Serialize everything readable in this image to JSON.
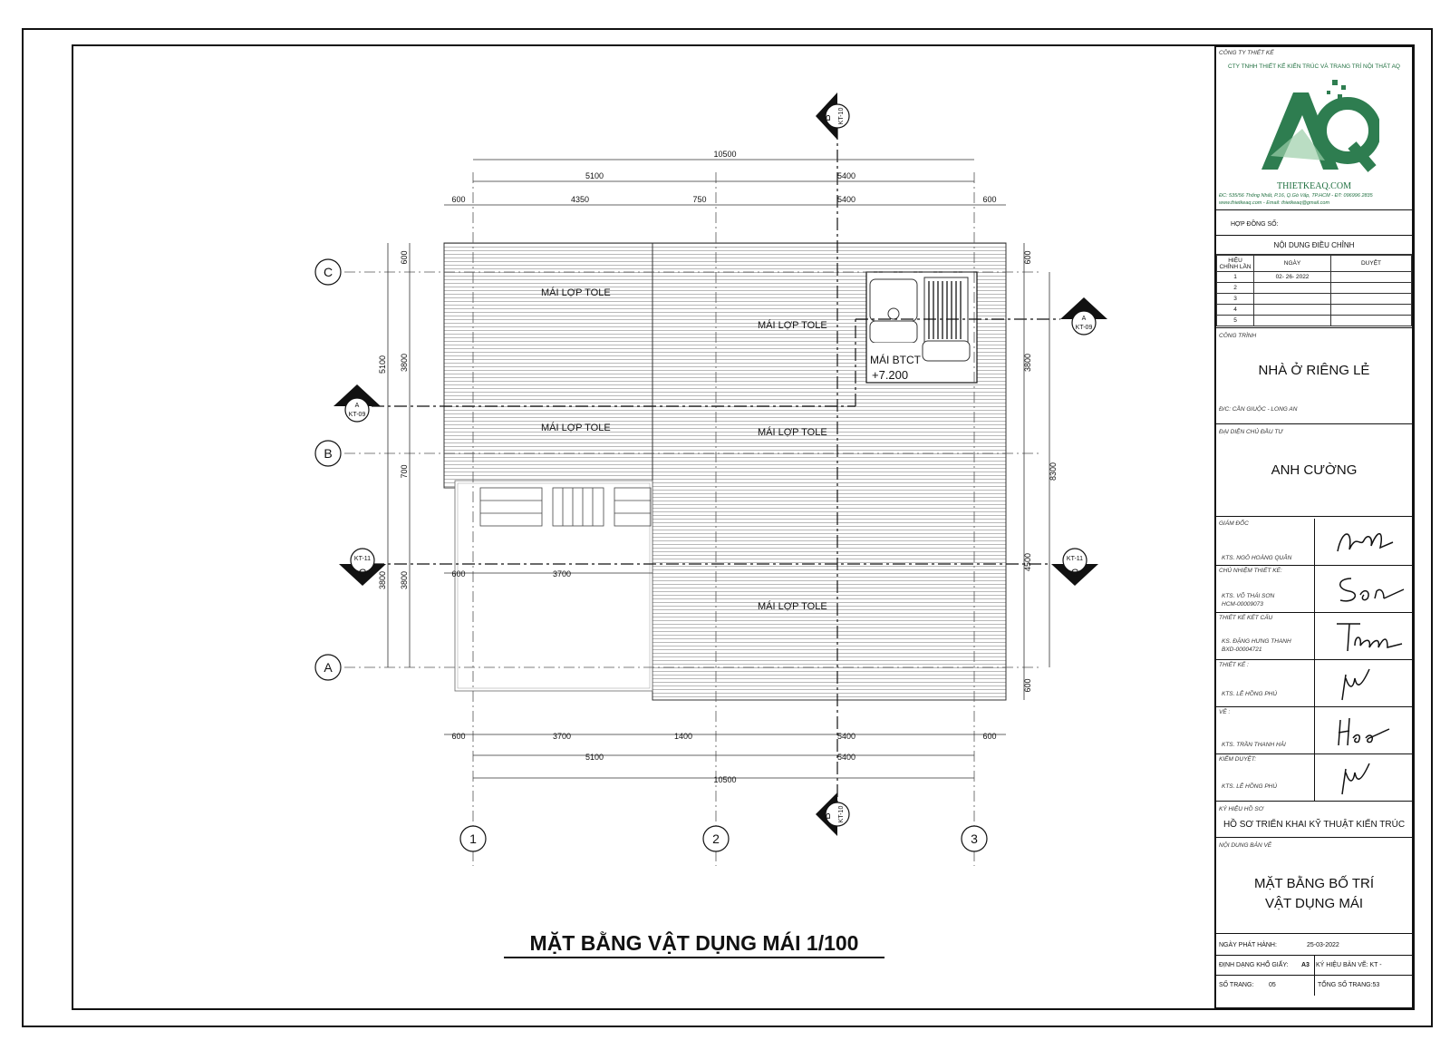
{
  "drawing": {
    "title": "MẶT BẰNG VẬT DỤNG MÁI  1/100",
    "dims_top_total": "10500",
    "dims_top_mid": [
      "5100",
      "5400"
    ],
    "dims_top_parts": [
      "600",
      "4350",
      "750",
      "5400",
      "600"
    ],
    "dims_bottom_parts": [
      "600",
      "3700",
      "1400",
      "5400",
      "600"
    ],
    "dims_bottom_mid": [
      "5100",
      "5400"
    ],
    "dims_bottom_total": "10500",
    "dims_left_outer": [
      "5100",
      "3800"
    ],
    "dims_left_inner": [
      "600",
      "3800",
      "700",
      "3800"
    ],
    "dims_right_inner": [
      "600",
      "3800",
      "4500",
      "600"
    ],
    "dims_right_outer": "8300",
    "dim_inner_row": [
      "600",
      "3700"
    ],
    "grid_rows": [
      "C",
      "B",
      "A"
    ],
    "grid_cols": [
      "1",
      "2",
      "3"
    ],
    "roof_labels": [
      "MÁI LỢP TOLE",
      "MÁI LỢP TOLE",
      "MÁI LỢP TOLE",
      "MÁI LỢP TOLE",
      "MÁI LỢP TOLE"
    ],
    "btct_label": "MÁI BTCT",
    "btct_level": "+7.200",
    "section_b_letter": "B",
    "section_b_sheet": "KT-10",
    "section_a_letter": "A",
    "section_a_sheet": "KT-09",
    "section_c_letter": "C",
    "section_c_sheet": "KT-11"
  },
  "titleblock": {
    "company_label": "CÔNG TY THIẾT KẾ",
    "company_name": "CTY TNHH THIẾT KẾ KIẾN TRÚC VÀ TRANG TRÍ NỘI THẤT AQ",
    "website": "THIETKEAQ.COM",
    "address": "ĐC: 535/56 Thống Nhất, P.16, Q.Gò Vấp, TP.HCM - ĐT: 096996 2835",
    "web_email": "www.thietkeaq.com - Email: thietkeaq@gmail.com",
    "contract_label": "HỢP ĐỒNG SỐ:",
    "revision_title": "NỘI DUNG ĐIỀU CHỈNH",
    "rev_col1": "HIỆU CHỈNH LẦN",
    "rev_col2": "NGÀY",
    "rev_col3": "DUYỆT",
    "rev_rows": [
      "1",
      "2",
      "3",
      "4",
      "5"
    ],
    "rev_date1": "02- 26- 2022",
    "project_label": "CÔNG TRÌNH",
    "project_name": "NHÀ Ở RIÊNG LẺ",
    "project_address": "Đ/C: CẦN GIUỘC - LONG AN",
    "owner_label": "ĐẠI DIỆN CHỦ ĐẦU TƯ",
    "owner_name": "ANH CƯỜNG",
    "signers": [
      {
        "role": "GIÁM ĐỐC",
        "name": "KTS. NGÔ HOÀNG QUÂN",
        "extra": ""
      },
      {
        "role": "CHỦ NHIỆM THIẾT KẾ:",
        "name": "KTS. VÕ THÁI SƠN",
        "extra": "HCM-00009073"
      },
      {
        "role": "THIẾT KẾ KẾT CẤU",
        "name": "KS. ĐẶNG HƯNG THANH",
        "extra": "BXD-00004721"
      },
      {
        "role": "THIẾT KẾ :",
        "name": "KTS. LÊ HỒNG PHÚ",
        "extra": ""
      },
      {
        "role": "VẼ :",
        "name": "KTS. TRẦN THANH HẢI",
        "extra": ""
      },
      {
        "role": "KIỂM DUYỆT:",
        "name": "KTS. LÊ HỒNG PHÚ",
        "extra": ""
      }
    ],
    "file_code_label": "KÝ HIỆU HỒ SƠ",
    "file_code": "HỒ SƠ TRIỂN KHAI KỸ THUẬT KIẾN TRÚC",
    "content_label": "NỘI DUNG BẢN VẼ",
    "content_line1": "MẶT BẰNG BỐ TRÍ",
    "content_line2": "VẬT DỤNG MÁI",
    "issue_label": "NGÀY PHÁT HÀNH:",
    "issue_date": "25-03-2022",
    "format_label": "ĐỊNH DẠNG KHỔ GIẤY:",
    "format_value": "A3",
    "sheet_code_label": "KÝ HIỆU BẢN VẼ: KT -",
    "page_label": "SỐ TRANG:",
    "page_value": "05",
    "total_label": "TỔNG SỐ TRANG:53"
  }
}
